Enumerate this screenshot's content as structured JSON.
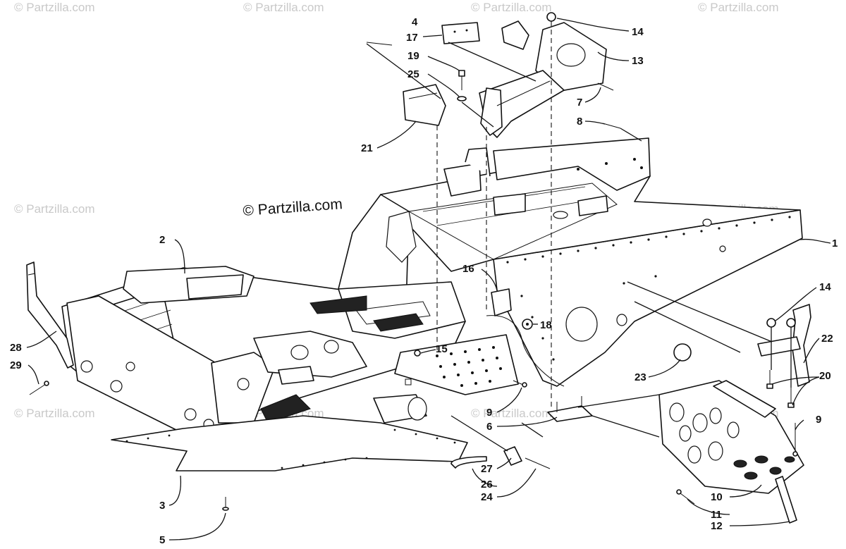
{
  "watermarks": {
    "main": "© Partzilla.com",
    "faint": "© Partzilla.com"
  },
  "callouts": {
    "c1": "1",
    "c2": "2",
    "c3": "3",
    "c4": "4",
    "c5": "5",
    "c6": "6",
    "c7": "7",
    "c8": "8",
    "c9a": "9",
    "c9b": "9",
    "c10": "10",
    "c11": "11",
    "c12": "12",
    "c13": "13",
    "c14a": "14",
    "c14b": "14",
    "c15": "15",
    "c16": "16",
    "c17": "17",
    "c18": "18",
    "c19": "19",
    "c20": "20",
    "c21": "21",
    "c22": "22",
    "c23": "23",
    "c24": "24",
    "c25": "25",
    "c26": "26",
    "c27": "27",
    "c28": "28",
    "c29": "29"
  }
}
